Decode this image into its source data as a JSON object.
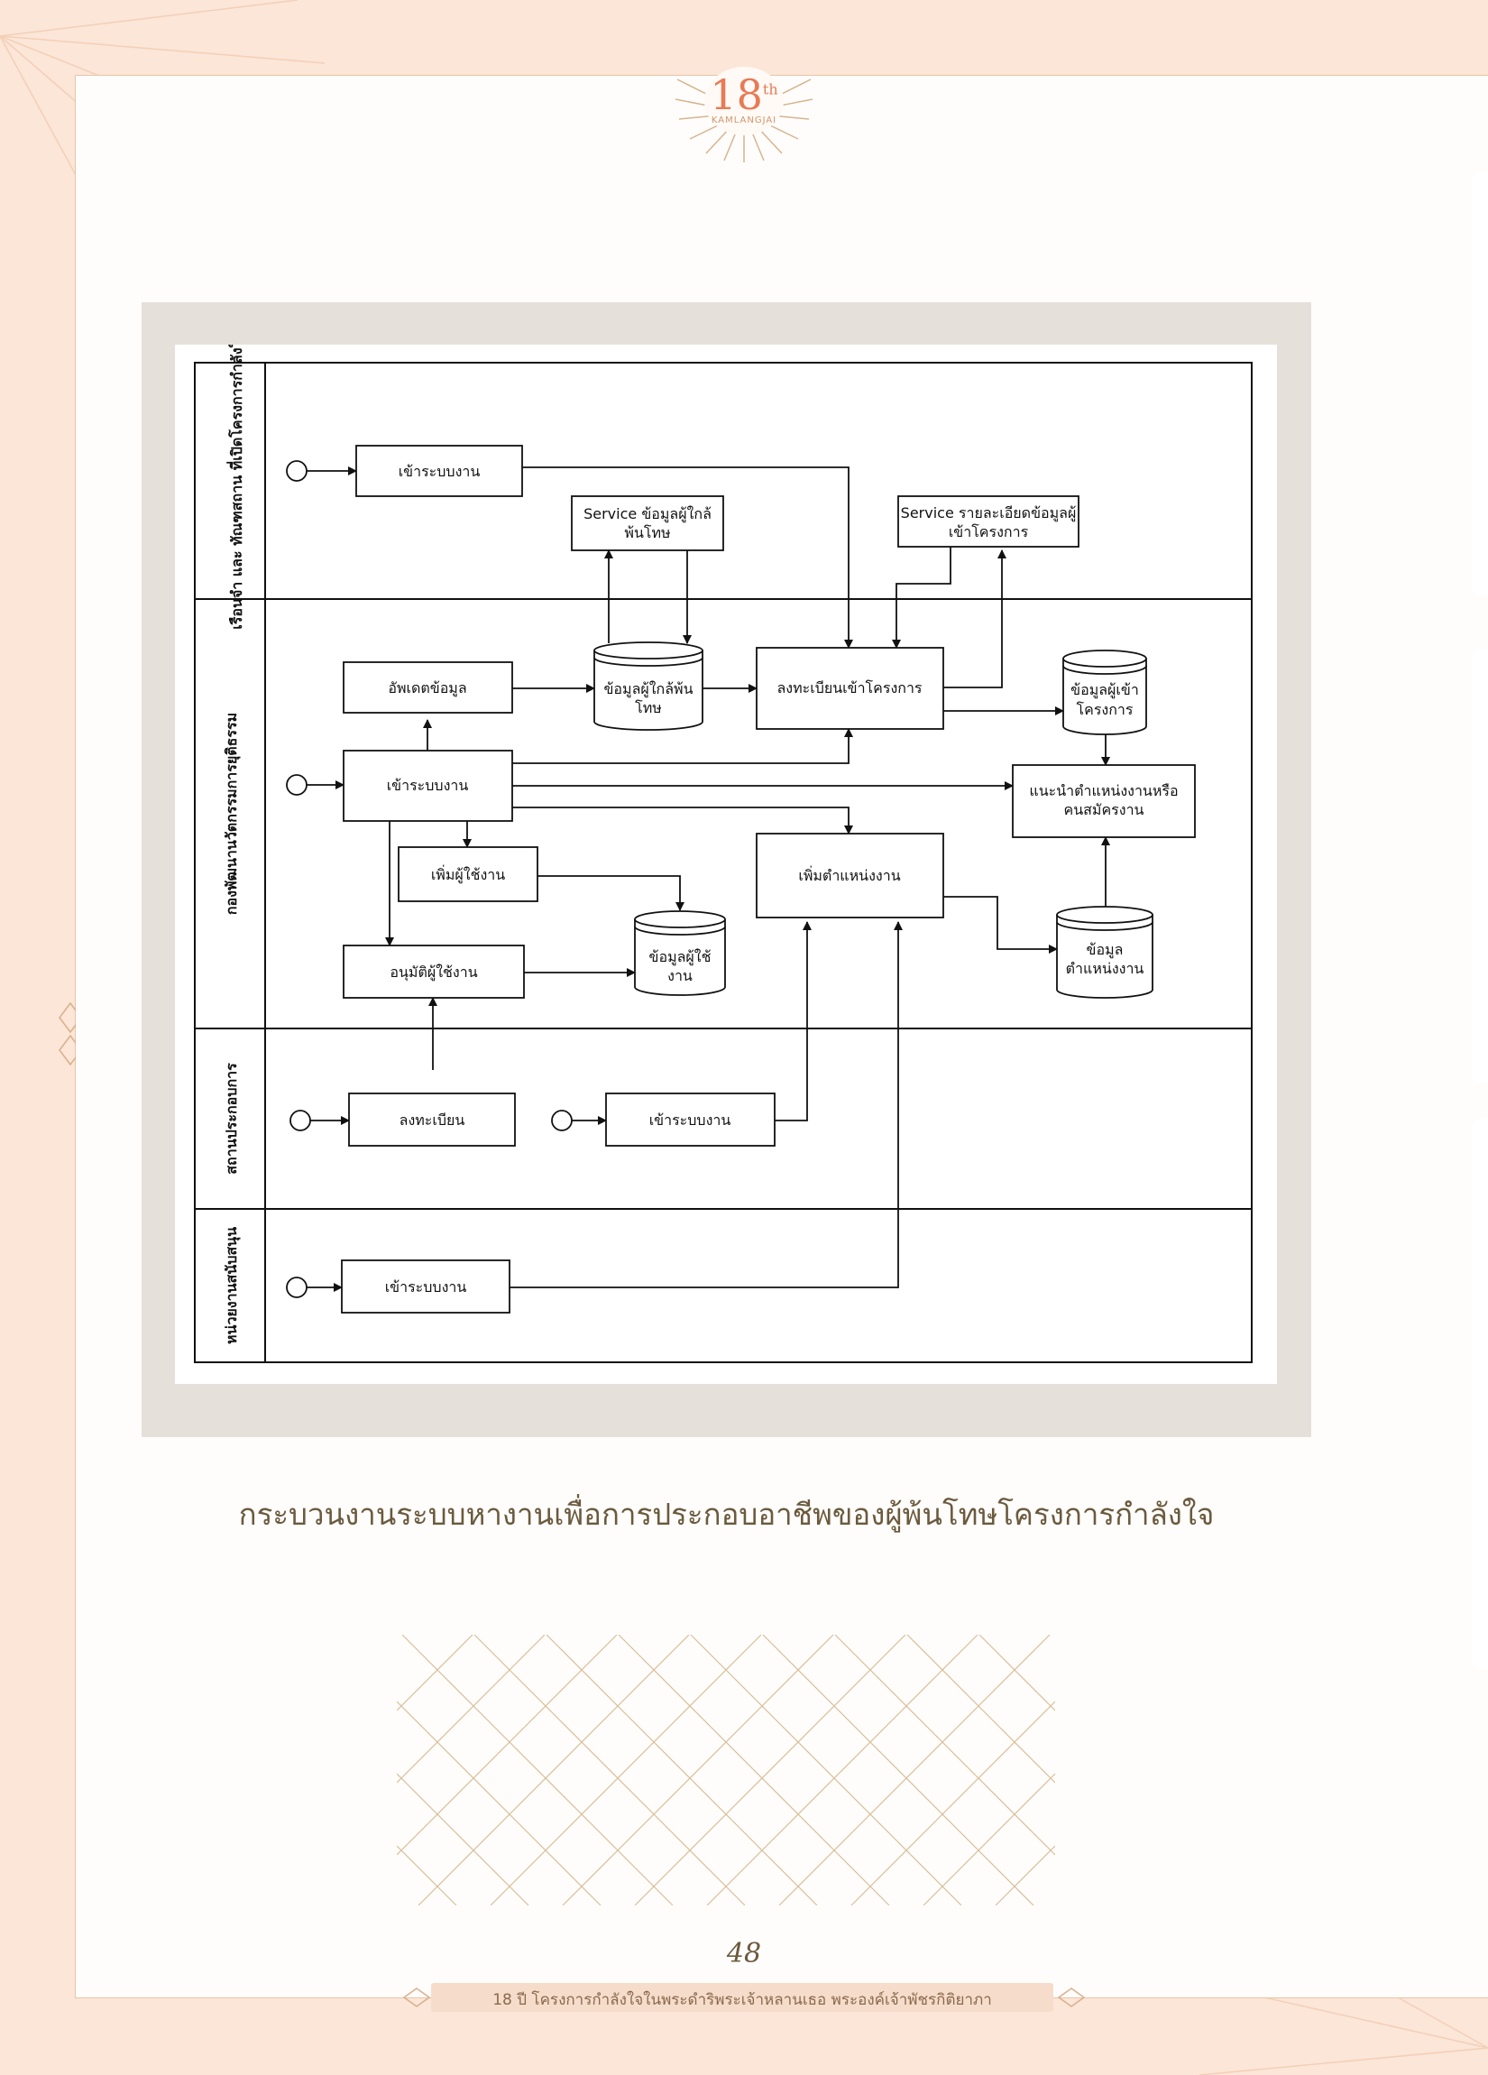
{
  "header": {
    "logo_number": "18",
    "logo_sup": "th",
    "logo_text": "KAMLANGJAI"
  },
  "diagram": {
    "lanes": [
      "เรือนจำ และ ทัณฑสถาน ที่เปิดโครงการกำลังใจ",
      "กองพัฒนานวัตกรรมการยุติธรรม",
      "สถานประกอบการ",
      "หน่วยงานสนับสนุน"
    ],
    "nodes": {
      "prison_login": "เข้าระบบงาน",
      "service_near_release": [
        "Service ข้อมูลผู้ใกล้",
        "พ้นโทษ"
      ],
      "service_project_detail": [
        "Service รายละเอียดข้อมูลผู้",
        "เข้าโครงการ"
      ],
      "update_data": "อัพเดตข้อมูล",
      "near_release_store": [
        "ข้อมูลผู้ใกล้พ้น",
        "โทษ"
      ],
      "register_project": "ลงทะเบียนเข้าโครงการ",
      "participant_store": [
        "ข้อมูลผู้เข้า",
        "โครงการ"
      ],
      "division_login": "เข้าระบบงาน",
      "recommend": [
        "แนะนำตำแหน่งงานหรือ",
        "คนสมัครงาน"
      ],
      "add_user": "เพิ่มผู้ใช้งาน",
      "add_position": "เพิ่มตำแหน่งงาน",
      "approve_user": "อนุมัติผู้ใช้งาน",
      "user_store": [
        "ข้อมูลผู้ใช้",
        "งาน"
      ],
      "position_store": [
        "ข้อมูล",
        "ตำแหน่งงาน"
      ],
      "employer_register": "ลงทะเบียน",
      "employer_login": "เข้าระบบงาน",
      "support_login": "เข้าระบบงาน"
    }
  },
  "caption": "กระบวนงานระบบหางานเพื่อการประกอบอาชีพของผู้พ้นโทษโครงการกำลังใจ",
  "page_number": "48",
  "footer": "18 ปี โครงการกำลังใจในพระดำริพระเจ้าหลานเธอ พระองค์เจ้าพัชรกิติยาภา"
}
